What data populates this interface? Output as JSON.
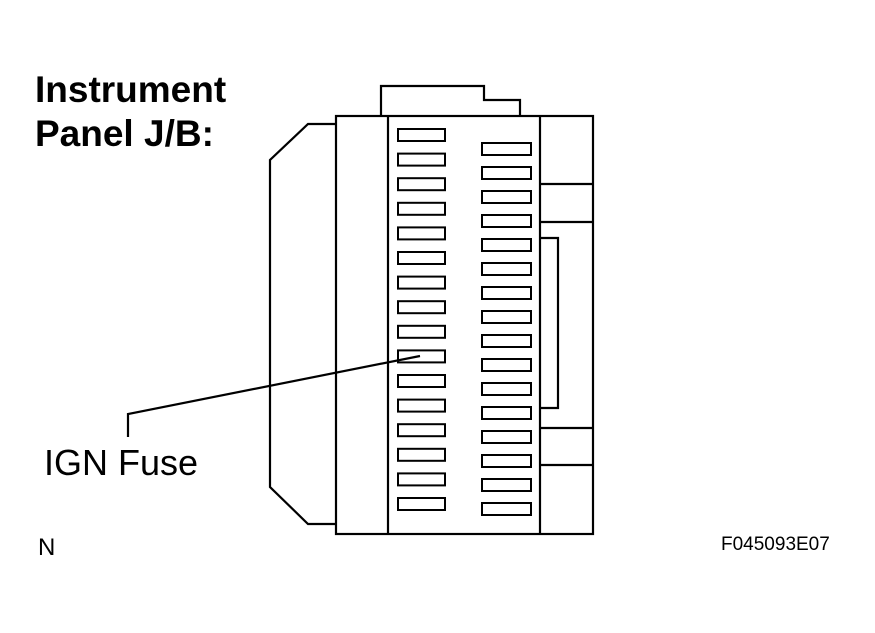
{
  "title_lines": [
    "Instrument",
    "Panel J/B:"
  ],
  "callout_label": "IGN Fuse",
  "north_marker": "N",
  "figure_id": "F045093E07",
  "fuse_slots": {
    "left_column_count": 16,
    "right_column_count": 16,
    "highlighted": {
      "column": "left",
      "index": 9
    }
  },
  "colors": {
    "line": "#000000",
    "background": "#ffffff"
  }
}
